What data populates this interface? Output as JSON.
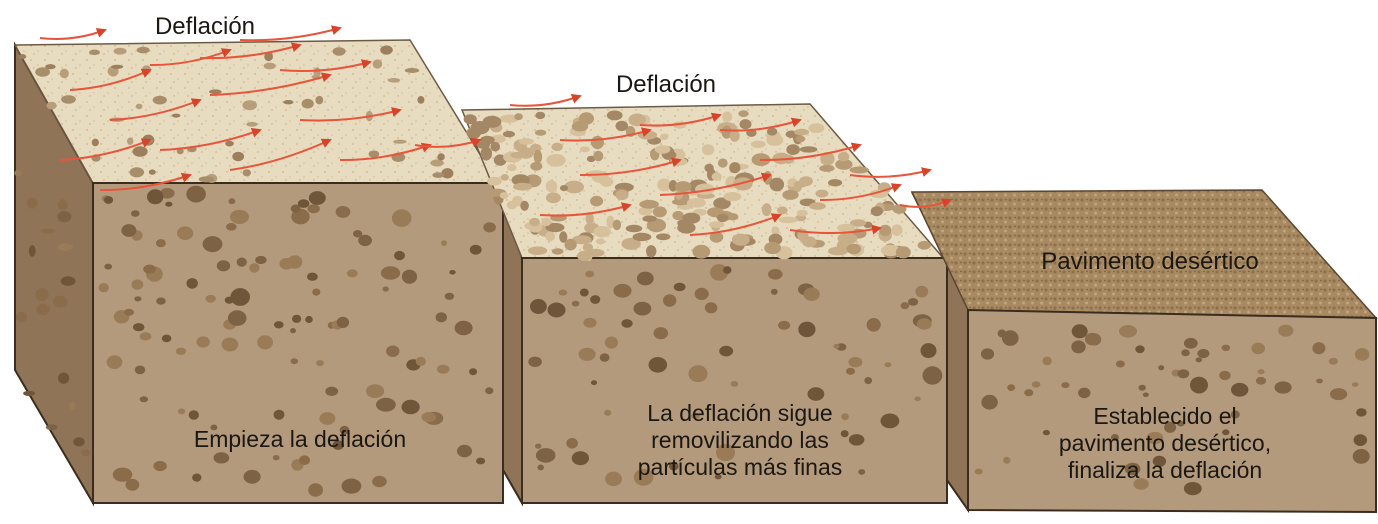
{
  "labels": {
    "deflation_1": "Deflación",
    "deflation_2": "Deflación",
    "pavement": "Pavimento desértico"
  },
  "captions": {
    "block_1": "Empieza la deflación",
    "block_2": [
      "La deflación sigue",
      "removilizando las",
      "partículas más finas"
    ],
    "block_3": [
      "Establecido el",
      "pavimento desértico,",
      "finaliza la deflación"
    ]
  },
  "colors": {
    "background": "#ffffff",
    "soil_face": "#b49a7c",
    "soil_side": "#8f7458",
    "pebble": "#7d6244",
    "sand_surface": "#e8dcc0",
    "gravel_surface": "#e2d2b0",
    "pavement_surface": "#a88a62",
    "wind_arrow": "#e8553a",
    "text": "#1b1713"
  },
  "icons": {
    "wind": "wind-arrow-icon"
  }
}
